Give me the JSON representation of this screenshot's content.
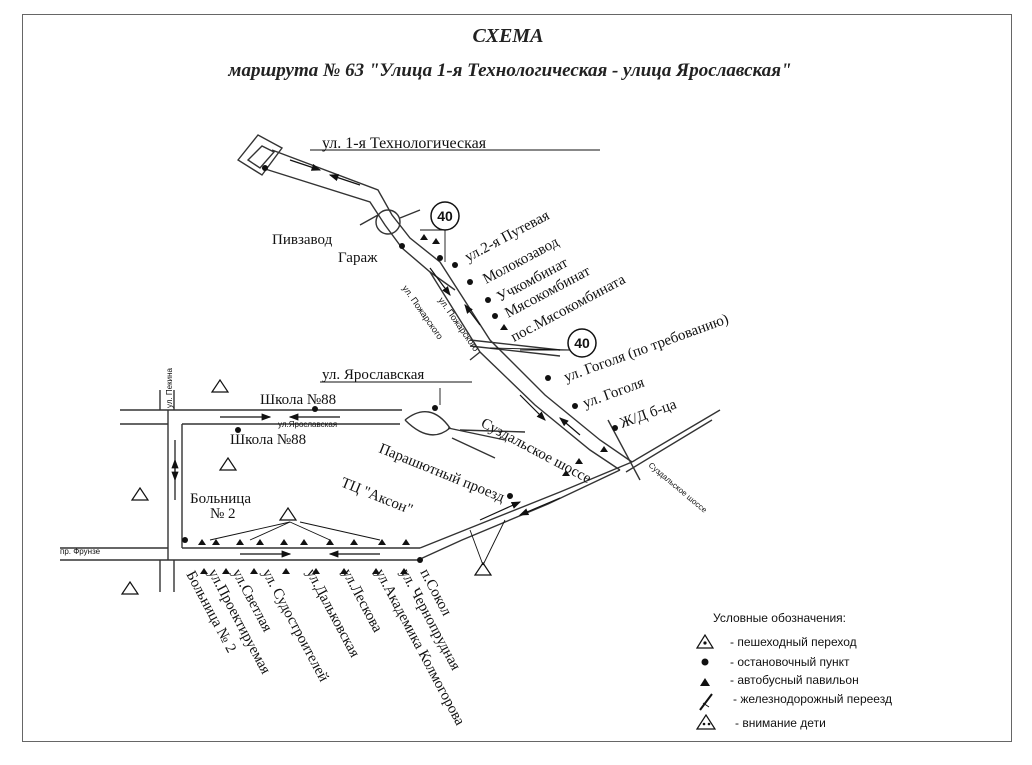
{
  "title": {
    "line1": "СХЕМА",
    "line2": "маршрута № 63 \"Улица 1-я Технологическая - улица Ярославская\""
  },
  "labels": {
    "tech_street": "ул. 1-я Технологическая",
    "pivzavod": "Пивзавод",
    "garage": "Гараж",
    "route40_a": "40",
    "route40_b": "40",
    "putevaya": "ул.2-я Путевая",
    "molokozavod": "Молокозавод",
    "uchkombinat": "Учкомбинат",
    "myasokombinat": "Мясокомбинат",
    "pos_myaso": "пос.Мясокомбината",
    "gogolya_req": "ул. Гоголя (по требованию)",
    "gogolya": "ул. Гоголя",
    "zhd": "Ж/Д б-ца",
    "yaroslavskaya": "ул. Ярославская",
    "school1": "Школа №88",
    "school2": "Школа №88",
    "yaroslavskaya_small": "ул.Ярославская",
    "parashyutny": "Парашютный проезд",
    "suzdalskoe": "Суздальское шоссе",
    "suzdalskoe_small": "Суздальское шоссе",
    "tc_akson": "ТЦ \"Аксон\"",
    "hospital": "Больница",
    "hospital_no": "№ 2",
    "pr_frunze": "пр. Фрунзе",
    "ul_pekina": "ул. Пекина",
    "ul_pozharskogo": "ул. Пожарского",
    "ul_pozharskogo2": "ул. Пожарского",
    "stops_bottom": [
      "п.Сокол",
      "ул. Чернопрудная",
      "ул.Академика Колмогорова",
      "ул.Лескова",
      "ул.Дальковская",
      "ул. Судостроителей",
      "ул.Светлая",
      "ул.Проектируемая",
      "Больница № 2"
    ]
  },
  "legend": {
    "heading": "Условные обозначения:",
    "items": [
      {
        "icon": "pedestrian-crossing-icon",
        "text": "- пешеходный переход"
      },
      {
        "icon": "stop-point-icon",
        "text": "- остановочный пункт"
      },
      {
        "icon": "bus-pavilion-icon",
        "text": "- автобусный павильон"
      },
      {
        "icon": "railway-crossing-icon",
        "text": "- железнодорожный переезд"
      },
      {
        "icon": "children-warning-icon",
        "text": "- внимание дети"
      }
    ]
  },
  "colors": {
    "ink": "#111111",
    "road": "#333333",
    "frame": "#666666"
  }
}
